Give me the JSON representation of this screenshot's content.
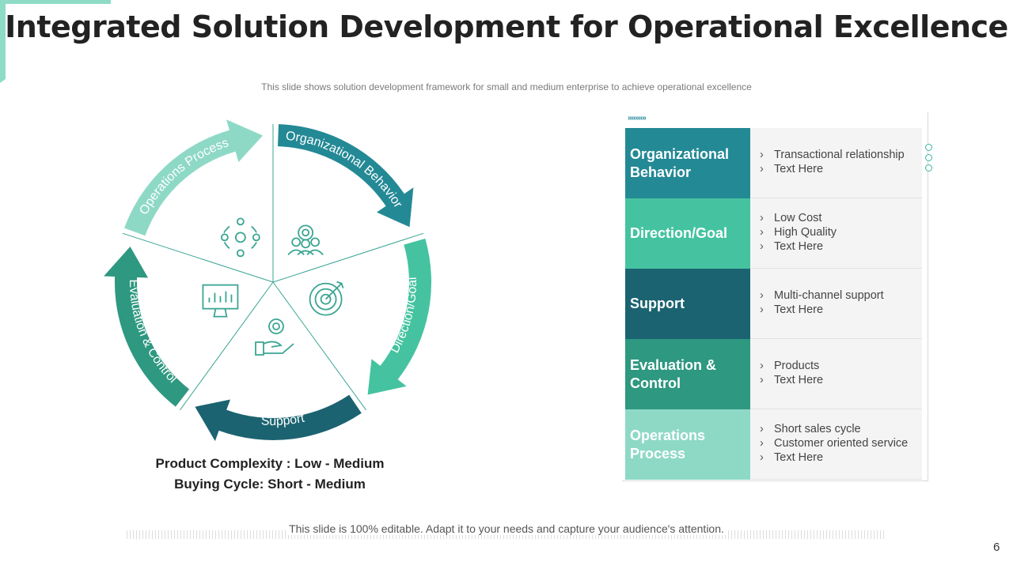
{
  "slide": {
    "title": "Integrated Solution Development for Operational Excellence",
    "subtitle": "This slide shows solution development  framework  for small and medium enterprise  to achieve  operational  excellence",
    "footer": "This slide is 100% editable. Adapt it to your needs and capture your audience's attention.",
    "page_number": "6"
  },
  "colors": {
    "accent_light": "#8fdcc6",
    "teal": "#238995",
    "green": "#45c3a0",
    "dark_teal": "#1b6371",
    "mid_green": "#2e9880",
    "light_mint": "#8ed9c6"
  },
  "cycle": {
    "segments": [
      {
        "label": "Organizational Behavior",
        "color": "#238995",
        "icon": "team-gear-icon"
      },
      {
        "label": "Direction/Goal",
        "color": "#45c3a0",
        "icon": "target-icon"
      },
      {
        "label": "Support",
        "color": "#1b6371",
        "icon": "hand-gear-icon"
      },
      {
        "label": "Evaluation & Control",
        "color": "#2e9880",
        "icon": "monitor-chart-icon"
      },
      {
        "label": "Operations Process",
        "color": "#8ed9c6",
        "icon": "process-cycle-icon"
      }
    ],
    "summary_line1": "Product Complexity : Low - Medium",
    "summary_line2": "Buying Cycle: Short - Medium"
  },
  "panel": {
    "chevrons": "»»»»»",
    "bullet_mark": "›",
    "rows": [
      {
        "label": "Organizational Behavior",
        "color": "#238995",
        "bullets": [
          "Transactional relationship",
          "Text Here"
        ]
      },
      {
        "label": "Direction/Goal",
        "color": "#45c3a0",
        "bullets": [
          "Low Cost",
          "High Quality",
          "Text Here"
        ]
      },
      {
        "label": "Support",
        "color": "#1b6371",
        "bullets": [
          "Multi-channel support",
          "Text Here"
        ]
      },
      {
        "label": "Evaluation & Control",
        "color": "#2e9880",
        "bullets": [
          "Products",
          "Text Here"
        ]
      },
      {
        "label": "Operations Process",
        "color": "#8ed9c6",
        "bullets": [
          "Short sales cycle",
          "Customer oriented service",
          "Text Here"
        ]
      }
    ]
  }
}
